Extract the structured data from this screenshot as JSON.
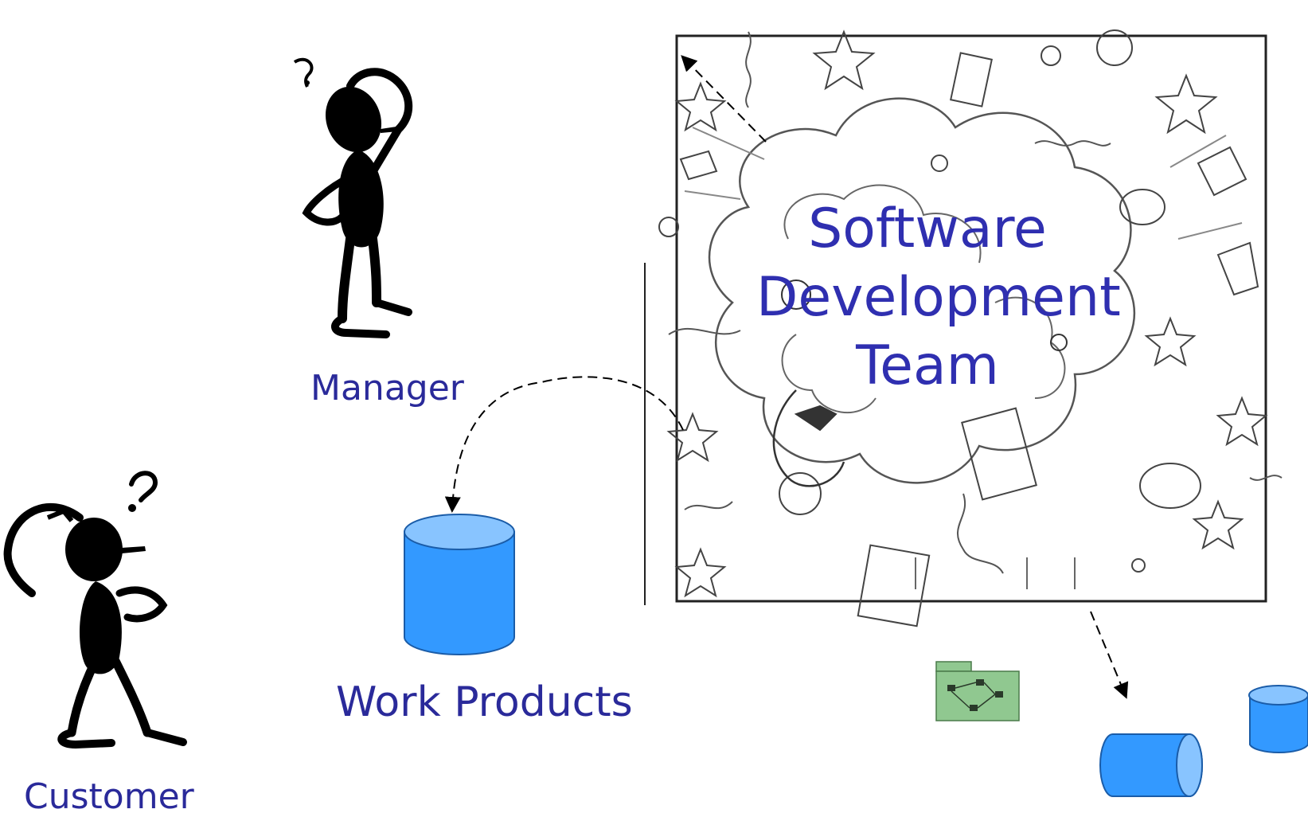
{
  "labels": {
    "manager": "Manager",
    "customer": "Customer",
    "work_products": "Work Products",
    "team": "Software Development Team"
  },
  "colors": {
    "label_text": "#2a2a9a",
    "cylinder_fill": "#3399ff",
    "cylinder_top": "#88c4ff",
    "package_fill": "#90c890",
    "figure": "#000000"
  },
  "icons": [
    "manager-figure",
    "customer-figure",
    "chaos-sketch",
    "database-cylinder",
    "uml-package-icon"
  ]
}
